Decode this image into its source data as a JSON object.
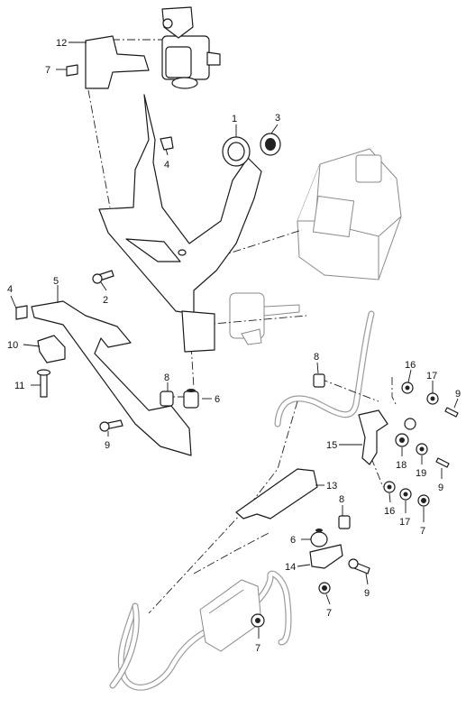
{
  "callouts": [
    {
      "id": "c12",
      "text": "12"
    },
    {
      "id": "c7a",
      "text": "7"
    },
    {
      "id": "c1",
      "text": "1"
    },
    {
      "id": "c3",
      "text": "3"
    },
    {
      "id": "c4a",
      "text": "4"
    },
    {
      "id": "c2",
      "text": "2"
    },
    {
      "id": "c4b",
      "text": "4"
    },
    {
      "id": "c5",
      "text": "5"
    },
    {
      "id": "c10",
      "text": "10"
    },
    {
      "id": "c11",
      "text": "11"
    },
    {
      "id": "c8a",
      "text": "8"
    },
    {
      "id": "c6a",
      "text": "6"
    },
    {
      "id": "c9a",
      "text": "9"
    },
    {
      "id": "c8b",
      "text": "8"
    },
    {
      "id": "c16a",
      "text": "16"
    },
    {
      "id": "c17a",
      "text": "17"
    },
    {
      "id": "c9b",
      "text": "9"
    },
    {
      "id": "c15",
      "text": "15"
    },
    {
      "id": "c18",
      "text": "18"
    },
    {
      "id": "c19",
      "text": "19"
    },
    {
      "id": "c9c",
      "text": "9"
    },
    {
      "id": "c16b",
      "text": "16"
    },
    {
      "id": "c17b",
      "text": "17"
    },
    {
      "id": "c7b",
      "text": "7"
    },
    {
      "id": "c13",
      "text": "13"
    },
    {
      "id": "c8c",
      "text": "8"
    },
    {
      "id": "c6b",
      "text": "6"
    },
    {
      "id": "c14",
      "text": "14"
    },
    {
      "id": "c9d",
      "text": "9"
    },
    {
      "id": "c7c",
      "text": "7"
    },
    {
      "id": "c7d",
      "text": "7"
    }
  ]
}
